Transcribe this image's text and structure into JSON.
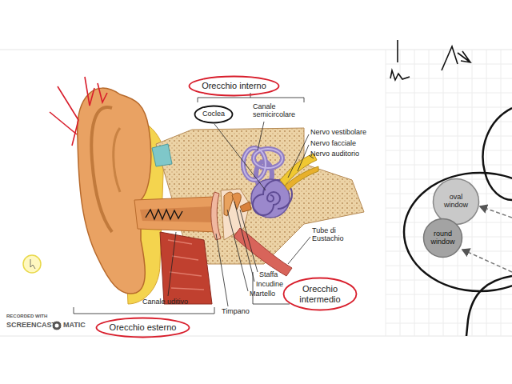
{
  "diagram": {
    "nodes": [
      {
        "text": [
          "Orecchio interno"
        ]
      },
      {
        "text": [
          "Coclea"
        ]
      },
      {
        "text": [
          "Orecchio intermedio"
        ]
      },
      {
        "text": [
          "Orecchio esterno"
        ]
      },
      {
        "text": [
          "oval window"
        ]
      },
      {
        "text": [
          "round window"
        ]
      }
    ],
    "labels": [
      "Canale semicircolare",
      "Nervo vestibolare",
      "Nervo facciale",
      "Nervo auditorio",
      "Tube di Eustachio",
      "Staffa",
      "Incudine",
      "Martello",
      "Timpano",
      "Canale uditivo",
      "RECORDED WITH",
      "SCREENCAST",
      "MATIC"
    ]
  }
}
